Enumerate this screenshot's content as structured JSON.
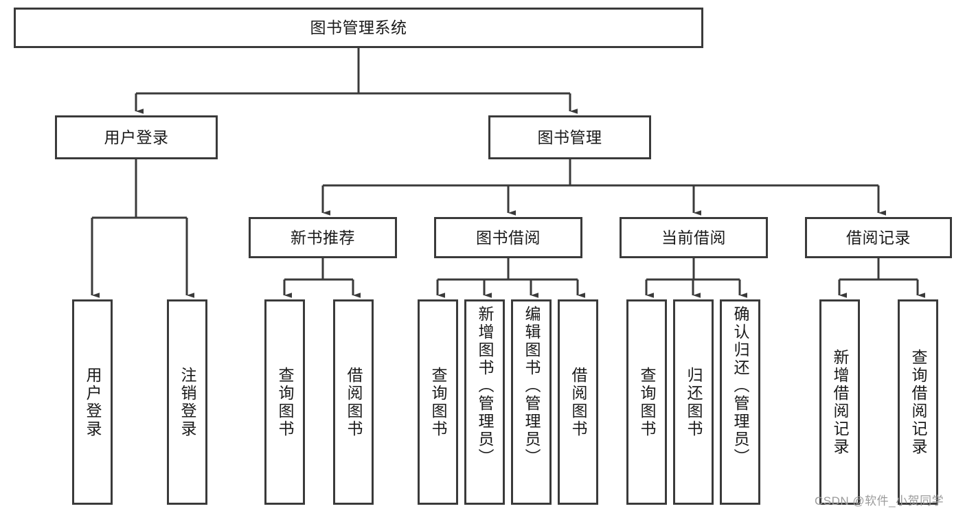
{
  "diagram": {
    "title": "图书管理系统",
    "type": "tree",
    "root": {
      "id": "root",
      "label": "图书管理系统",
      "orientation": "horizontal"
    },
    "level2": [
      {
        "id": "user-login",
        "label": "用户登录",
        "orientation": "horizontal"
      },
      {
        "id": "book-management",
        "label": "图书管理",
        "orientation": "horizontal"
      }
    ],
    "level3": [
      {
        "id": "new-book-recommend",
        "label": "新书推荐",
        "orientation": "horizontal",
        "parent": "book-management"
      },
      {
        "id": "book-borrow",
        "label": "图书借阅",
        "orientation": "horizontal",
        "parent": "book-management"
      },
      {
        "id": "current-borrow",
        "label": "当前借阅",
        "orientation": "horizontal",
        "parent": "book-management"
      },
      {
        "id": "borrow-record",
        "label": "借阅记录",
        "orientation": "horizontal",
        "parent": "book-management"
      }
    ],
    "leaves": [
      {
        "id": "leaf-user-login",
        "label": "用户登录",
        "parent": "user-login",
        "orientation": "vertical",
        "align": "center"
      },
      {
        "id": "leaf-logout-login",
        "label": "注销登录",
        "parent": "user-login",
        "orientation": "vertical",
        "align": "center"
      },
      {
        "id": "leaf-query-book-1",
        "label": "查询图书",
        "parent": "new-book-recommend",
        "orientation": "vertical",
        "align": "center"
      },
      {
        "id": "leaf-borrow-book-1",
        "label": "借阅图书",
        "parent": "new-book-recommend",
        "orientation": "vertical",
        "align": "center"
      },
      {
        "id": "leaf-query-book-2",
        "label": "查询图书",
        "parent": "book-borrow",
        "orientation": "vertical",
        "align": "center"
      },
      {
        "id": "leaf-add-book-admin",
        "label": "新增图书（管理员）",
        "parent": "book-borrow",
        "orientation": "vertical",
        "align": "top"
      },
      {
        "id": "leaf-edit-book-admin",
        "label": "编辑图书（管理员）",
        "parent": "book-borrow",
        "orientation": "vertical",
        "align": "top"
      },
      {
        "id": "leaf-borrow-book-2",
        "label": "借阅图书",
        "parent": "book-borrow",
        "orientation": "vertical",
        "align": "center"
      },
      {
        "id": "leaf-query-book-3",
        "label": "查询图书",
        "parent": "current-borrow",
        "orientation": "vertical",
        "align": "center"
      },
      {
        "id": "leaf-return-book",
        "label": "归还图书",
        "parent": "current-borrow",
        "orientation": "vertical",
        "align": "center"
      },
      {
        "id": "leaf-confirm-return-admin",
        "label": "确认归还（管理员）",
        "parent": "current-borrow",
        "orientation": "vertical",
        "align": "top"
      },
      {
        "id": "leaf-add-borrow-record",
        "label": "新增借阅记录",
        "parent": "borrow-record",
        "orientation": "vertical",
        "align": "center"
      },
      {
        "id": "leaf-query-borrow-record",
        "label": "查询借阅记录",
        "parent": "borrow-record",
        "orientation": "vertical",
        "align": "center"
      }
    ]
  },
  "watermark": {
    "text": "CSDN @软件_小贺同学"
  },
  "colors": {
    "stroke": "#3a3a3a",
    "background": "#ffffff",
    "text": "#1a1a1a",
    "watermark": "#9b9b9b"
  }
}
